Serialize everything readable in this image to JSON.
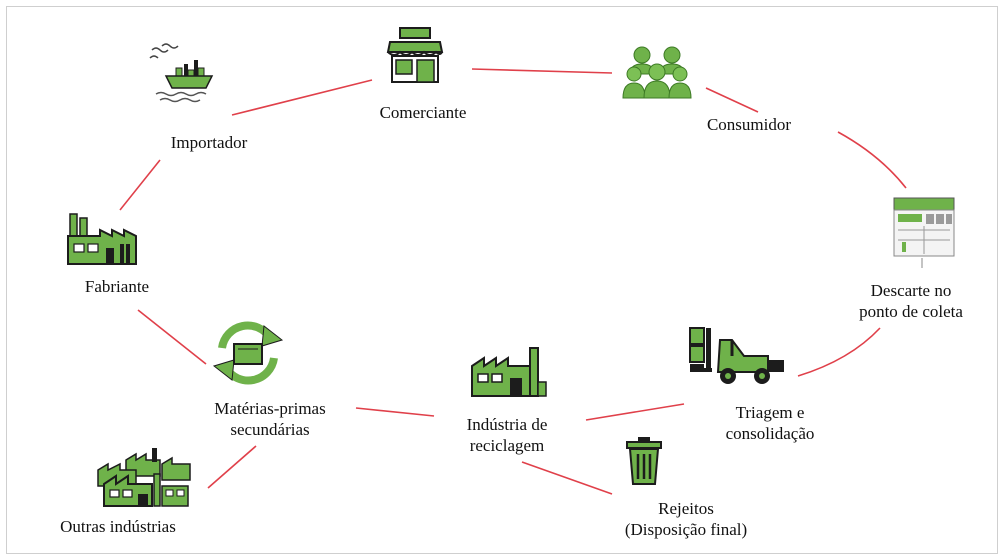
{
  "colors": {
    "connector": "#e0404a",
    "icon_green": "#6fb24a",
    "icon_dark": "#1c1c1c"
  },
  "nodes": {
    "comerciante": {
      "label": "Comerciante",
      "icon": "storefront-icon"
    },
    "consumidor": {
      "label": "Consumidor",
      "icon": "people-group-icon"
    },
    "descarte": {
      "line1": "Descarte no",
      "line2": "ponto de coleta",
      "icon": "collection-bin-icon"
    },
    "triagem": {
      "line1": "Triagem e",
      "line2": "consolidação",
      "icon": "forklift-icon"
    },
    "industria": {
      "line1": "Indústria de",
      "line2": "reciclagem",
      "icon": "factory-icon"
    },
    "rejeitos": {
      "line1": "Rejeitos",
      "line2": "(Disposição final)",
      "icon": "trash-can-icon"
    },
    "materias": {
      "line1": "Matérias-primas",
      "line2": "secundárias",
      "icon": "recycle-arrows-icon"
    },
    "outras": {
      "label": "Outras indústrias",
      "icon": "factories-icon"
    },
    "fabriante": {
      "label": "Fabriante",
      "icon": "manufacturer-icon"
    },
    "importador": {
      "label": "Importador",
      "icon": "cargo-ship-icon"
    }
  }
}
